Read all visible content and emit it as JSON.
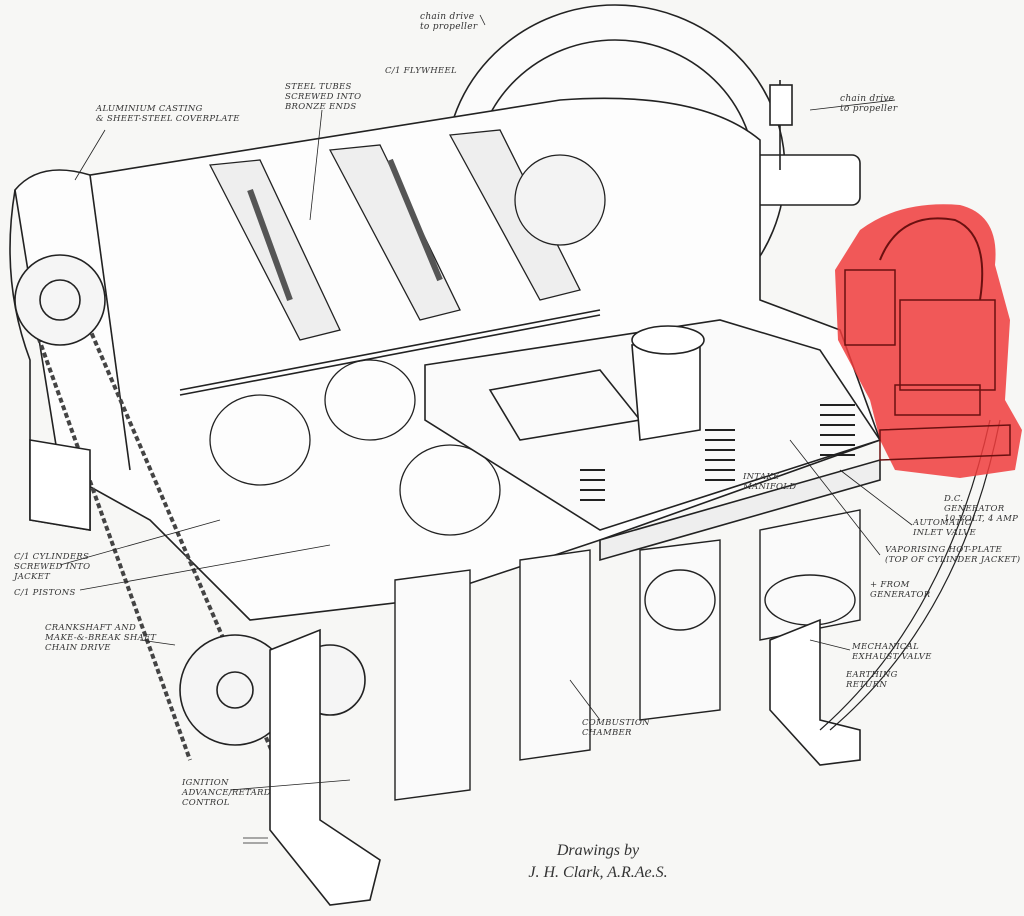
{
  "highlight_color": "#f03c3c",
  "labels": {
    "chain_drive_top": "chain drive\nto propeller",
    "flywheel": "C/1 FLYWHEEL",
    "steel_tubes": "STEEL TUBES\nSCREWED INTO\nBRONZE ENDS",
    "aluminium": "ALUMINIUM CASTING\n& SHEET-STEEL COVERPLATE",
    "chain_drive_right": "chain drive\nto propeller",
    "intake": "INTAKE\nMANIFOLD",
    "generator": "D.C. GENERATOR\n10 VOLT, 4 AMP",
    "inlet_valve": "AUTOMATIC\nINLET VALVE",
    "hot_plate": "VAPORISING HOT-PLATE\n(TOP OF CYLINDER JACKET)",
    "from_generator": "+ FROM\nGENERATOR",
    "exhaust_valve": "MECHANICAL\nEXHAUST VALVE",
    "earthing": "EARTHING\nRETURN",
    "combustion": "COMBUSTION\nCHAMBER",
    "cylinders": "C/1 CYLINDERS\nSCREWED INTO\nJACKET",
    "pistons": "C/1 PISTONS",
    "crankshaft": "CRANKSHAFT AND\nMAKE-&-BREAK SHAFT\nCHAIN DRIVE",
    "ignition": "IGNITION\nADVANCE/RETARD\nCONTROL"
  },
  "credit": {
    "line1": "Drawings by",
    "line2": "J. H. Clark, A.R.Ae.S."
  }
}
